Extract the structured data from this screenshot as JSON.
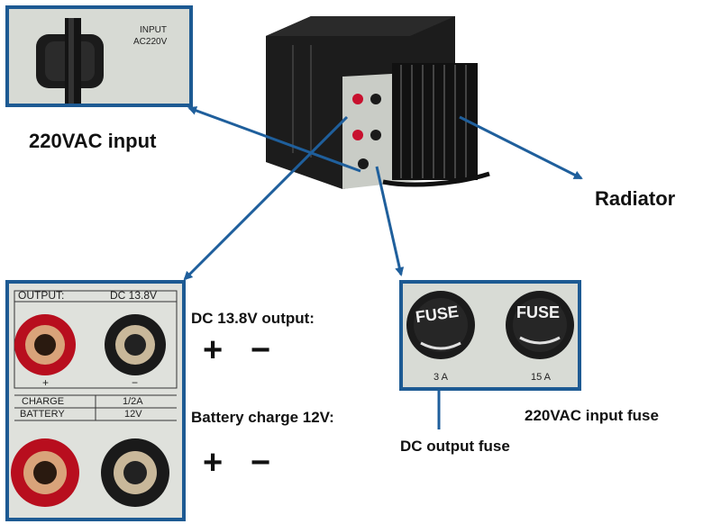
{
  "labels": {
    "input_220vac": "220VAC input",
    "radiator": "Radiator",
    "dc_output": "DC 13.8V output:",
    "battery_charge": "Battery charge 12V:",
    "input_fuse": "220VAC input fuse",
    "dc_output_fuse": "DC output fuse"
  },
  "signs": {
    "plus": "+",
    "minus": "−"
  },
  "input_inset": {
    "line1": "INPUT",
    "line2": "AC220V"
  },
  "output_panel": {
    "output": "OUTPUT:",
    "dc_value": "DC 13.8V",
    "charge": "CHARGE",
    "charge_value": "1/2A",
    "battery": "BATTERY",
    "battery_value": "12V",
    "plus_mark": "+",
    "minus_mark": "−"
  },
  "fuse_panel": {
    "fuse_word": "FUSE",
    "left_rating": "3 A",
    "right_rating": "15 A"
  },
  "colors": {
    "border": "#1d5a93",
    "arrow": "#1f5f9c",
    "terminal_red": "#c8102e",
    "terminal_black": "#1a1a1a"
  }
}
